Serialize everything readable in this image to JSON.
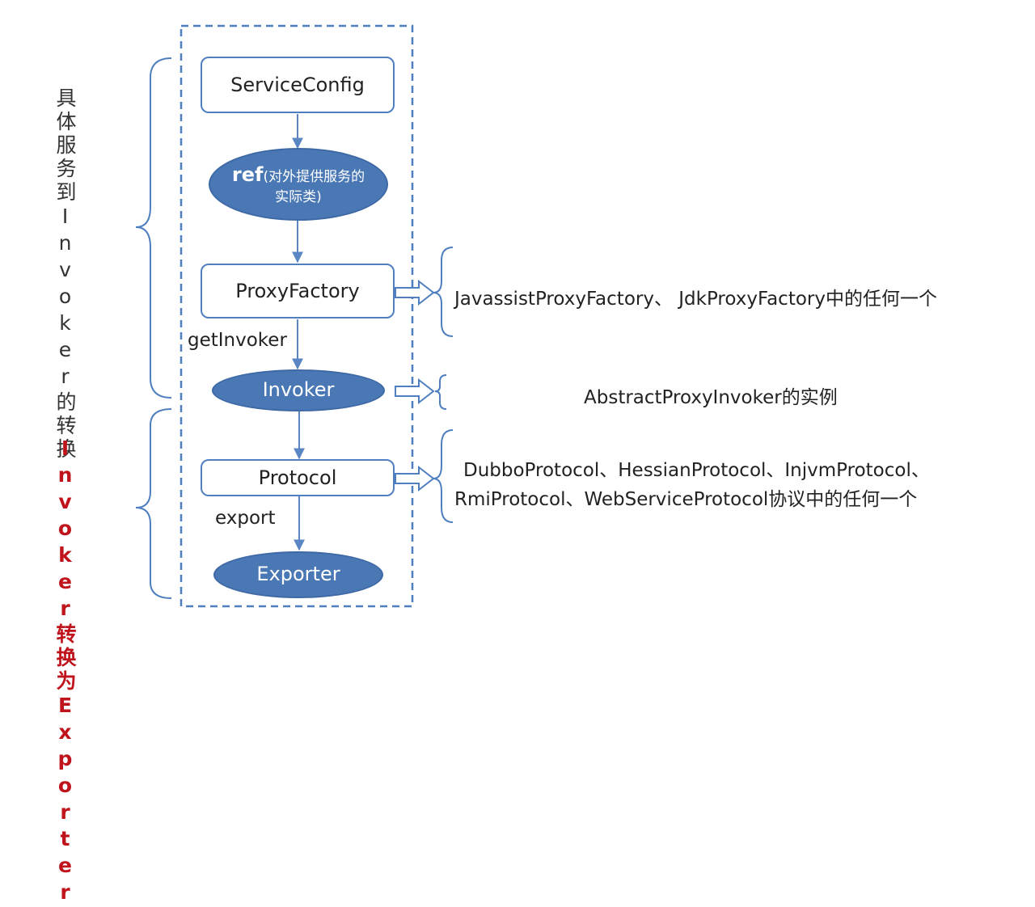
{
  "left_labels": {
    "top": "具体服务到Invoker的转换",
    "bottom": "Invoker转换为Exporter"
  },
  "nodes": {
    "service_config": "ServiceConfig",
    "ref_lead": "ref",
    "ref_detail": "(对外提供服务的实际类)",
    "proxy_factory": "ProxyFactory",
    "invoker": "Invoker",
    "protocol": "Protocol",
    "exporter": "Exporter"
  },
  "edges": {
    "get_invoker": "getInvoker",
    "export": "export"
  },
  "descriptions": {
    "proxy_factory": "JavassistProxyFactory、 JdkProxyFactory中的任何一个",
    "invoker": "AbstractProxyInvoker的实例",
    "protocol_line1": "DubboProtocol、HessianProtocol、InjvmProtocol、",
    "protocol_line2": "RmiProtocol、WebServiceProtocol协议中的任何一个"
  },
  "colors": {
    "border_blue": "#4f7fbf",
    "ellipse_fill": "#4a78b5",
    "accent_red": "#c0141c"
  }
}
